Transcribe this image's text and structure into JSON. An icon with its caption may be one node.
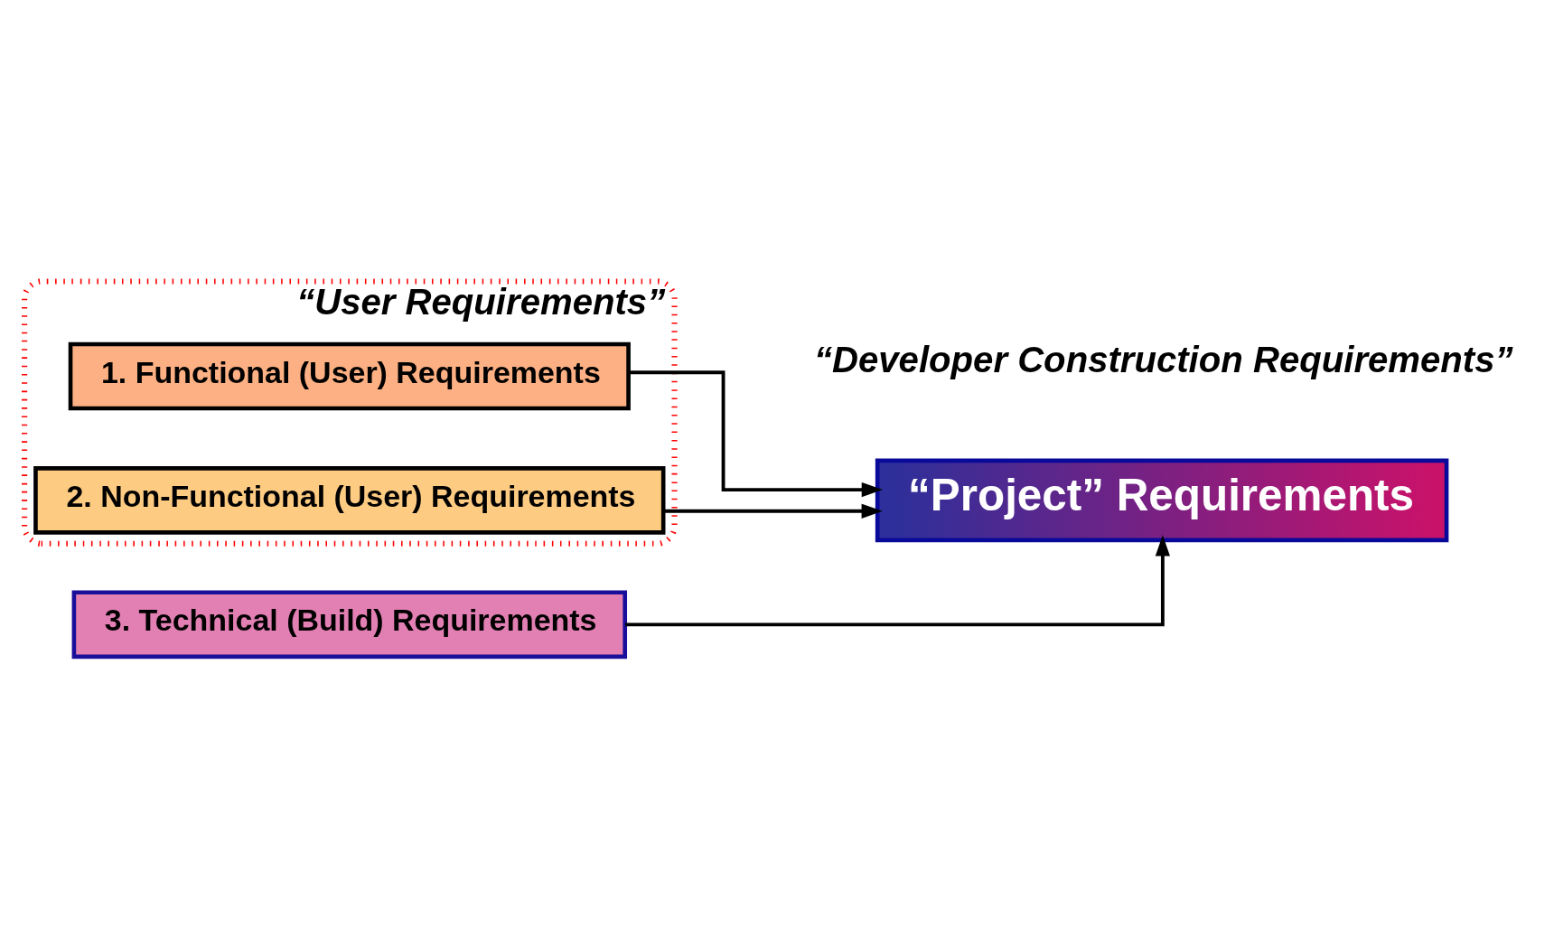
{
  "diagram": {
    "nodes": [
      {
        "text": [
          "“User Requirements”"
        ]
      },
      {
        "text": [
          "1. Functional (User) Requirements"
        ],
        "in": 0
      },
      {
        "text": [
          "2. Non-Functional (User) Requirements"
        ],
        "in": 0
      },
      {
        "text": [
          "3. Technical (Build) Requirements"
        ]
      },
      {
        "text": [
          "“Project” Requirements"
        ]
      }
    ],
    "edges": [
      {
        "from": 1,
        "to": 4,
        "arrow": "to"
      },
      {
        "from": 2,
        "to": 4,
        "arrow": "to"
      },
      {
        "from": 3,
        "to": 4,
        "arrow": "to"
      }
    ],
    "labels": [
      "“Developer Construction Requirements”"
    ]
  }
}
